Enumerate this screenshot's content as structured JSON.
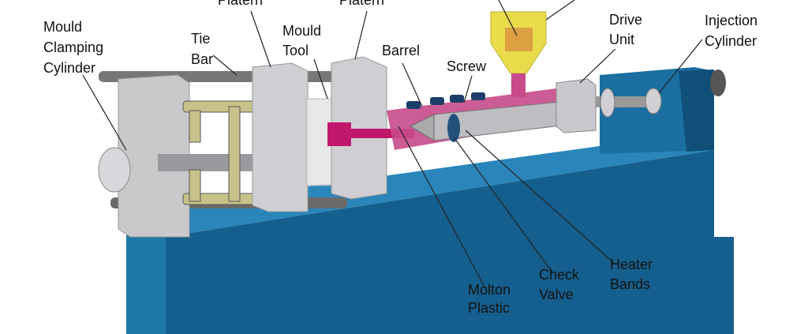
{
  "title": "Injection Moulding Machine",
  "labels": {
    "moving_platen": "Platern",
    "fixed_platen": "Platern",
    "clamping_cylinder": "Mould\nClamping\nCylinder",
    "tie_bar": "Tie\nBar",
    "mould_tool": "Mould\nTool",
    "barrel": "Barrel",
    "screw": "Screw",
    "drive_unit": "Drive\nUnit",
    "injection_cylinder": "Injection\nCylinder",
    "molten_plastic": "Molton\nPlastic",
    "check_valve": "Check\nValve",
    "heater_bands": "Heater\nBands"
  },
  "colors": {
    "base": "#1a6fa0",
    "base_dark": "#0f4f78",
    "hopper": "#e8d838",
    "plastic": "#c0186a",
    "metal": "#c8c8cc"
  }
}
